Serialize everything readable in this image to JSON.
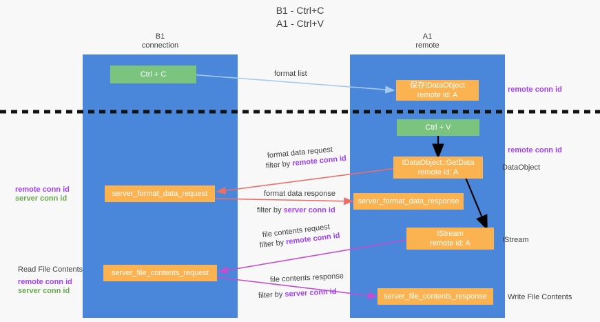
{
  "title": "B1 - Ctrl+C\nA1 - Ctrl+V",
  "columns": {
    "left": {
      "header": "B1\nconnection"
    },
    "right": {
      "header": "A1\nremote"
    }
  },
  "boxes": {
    "ctrl_c": "Ctrl + C",
    "ctrl_v": "Ctrl + V",
    "idataobject_top": "保存IDataObject\nremote id: A",
    "idataobject_getdata": "IDataObject::GetData\nremote id: A",
    "istream": "IStream\nremote id: A",
    "server_format_data_request": "server_format_data_request",
    "server_format_data_response": "server_format_data_response",
    "server_file_contents_request": "server_file_contents_request",
    "server_file_contents_response": "server_file_contents_response"
  },
  "arrow_labels": {
    "format_list": "format list",
    "format_data_request_line1": "format data request",
    "format_data_request_filter_prefix": "filter by ",
    "format_data_request_filter_key": "remote conn id",
    "format_data_response_line1": "format data response",
    "format_data_response_filter_prefix": "filter by ",
    "format_data_response_filter_key": "server conn id",
    "file_contents_request_line1": "file contents request",
    "file_contents_request_filter_prefix": "filter by ",
    "file_contents_request_filter_key": "remote conn id",
    "file_contents_response_line1": "file contents response",
    "file_contents_response_filter_prefix": "filter by ",
    "file_contents_response_filter_key": "server conn id"
  },
  "side_labels": {
    "right_remote_conn_id_top": "remote conn id",
    "right_remote_conn_id_mid": "remote conn id",
    "right_dataobject": "DataObject",
    "right_istream": "IStream",
    "right_write_file_contents": "Write File Contents",
    "left_remote_conn_id": "remote conn id",
    "left_server_conn_id": "server conn id",
    "left_read_file_contents": "Read File Contents",
    "left_remote_conn_id_2": "remote conn id",
    "left_server_conn_id_2": "server conn id"
  },
  "colors": {
    "lane": "#4a86d9",
    "box_green": "#7ac47f",
    "box_orange": "#fbb351",
    "purple": "#a142f4",
    "green_text": "#6aa84f",
    "arrow_blue": "#a6cbec",
    "arrow_red": "#e8706a",
    "arrow_magenta": "#c24fd0",
    "arrow_black": "#000000",
    "background": "#f8f8f8"
  }
}
